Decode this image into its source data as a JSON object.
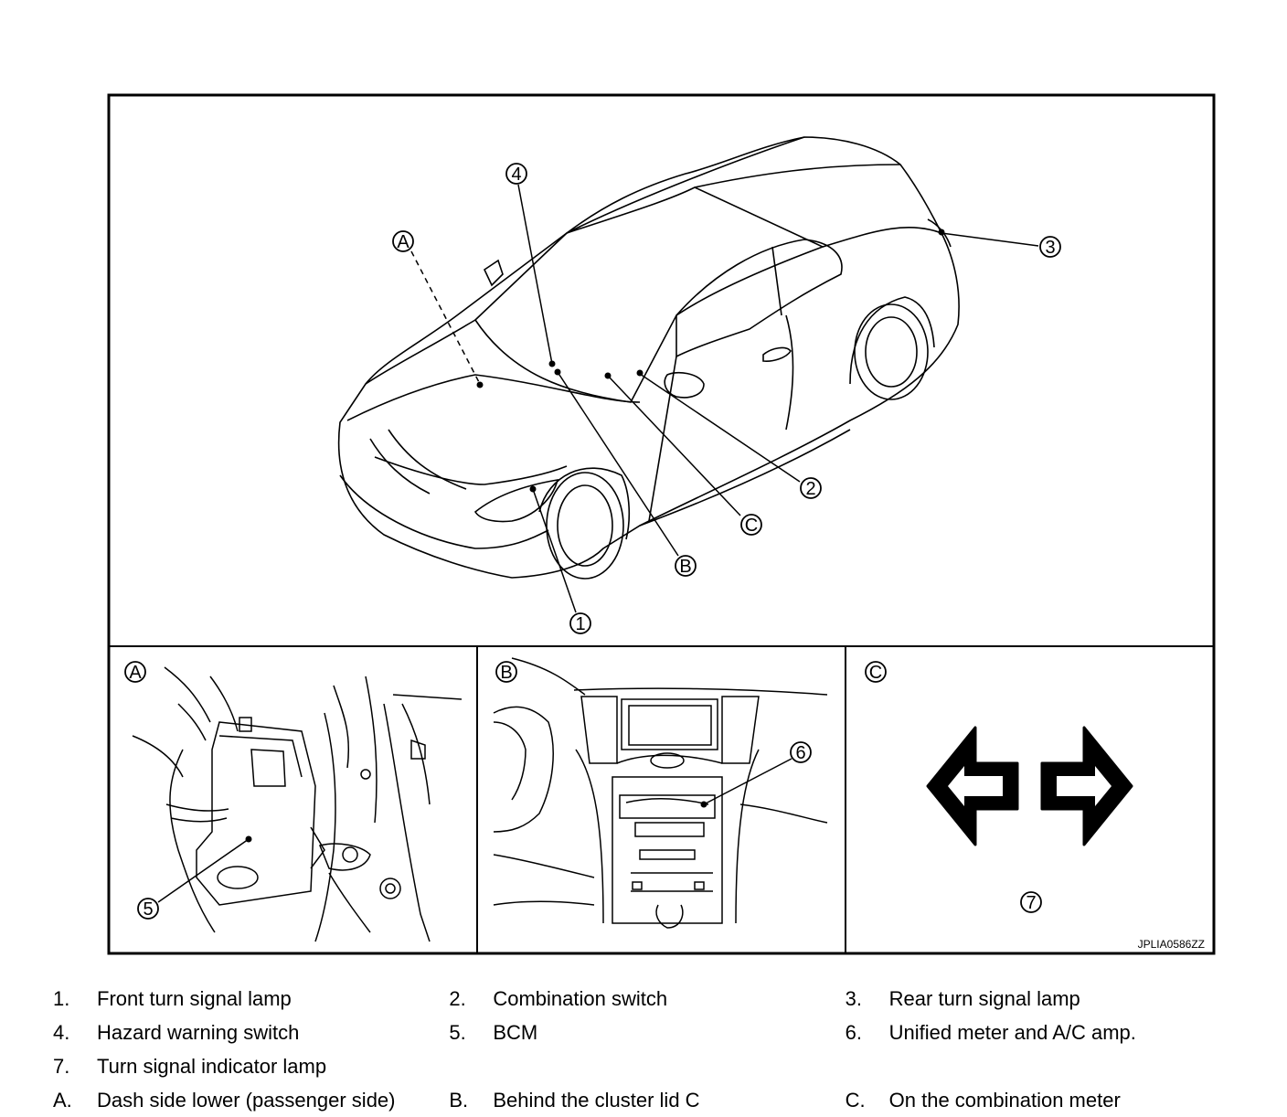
{
  "callouts": {
    "c1": "1",
    "c2": "2",
    "c3": "3",
    "c4": "4",
    "c5": "5",
    "c6": "6",
    "c7": "7",
    "A": "A",
    "B": "B",
    "C": "C"
  },
  "panels": {
    "A_label": "A",
    "B_label": "B",
    "C_label": "C"
  },
  "ref_code": "JPLIA0586ZZ",
  "legend": [
    [
      {
        "key": "1.",
        "text": "Front turn signal lamp"
      },
      {
        "key": "2.",
        "text": "Combination switch"
      },
      {
        "key": "3.",
        "text": "Rear turn signal lamp"
      }
    ],
    [
      {
        "key": "4.",
        "text": "Hazard warning switch"
      },
      {
        "key": "5.",
        "text": "BCM"
      },
      {
        "key": "6.",
        "text": "Unified meter and A/C amp."
      }
    ],
    [
      {
        "key": "7.",
        "text": "Turn signal indicator lamp"
      },
      {
        "key": "",
        "text": ""
      },
      {
        "key": "",
        "text": ""
      }
    ],
    [
      {
        "key": "A.",
        "text": "Dash side lower (passenger side)"
      },
      {
        "key": "B.",
        "text": "Behind the cluster lid C"
      },
      {
        "key": "C.",
        "text": "On the combination meter"
      }
    ]
  ]
}
